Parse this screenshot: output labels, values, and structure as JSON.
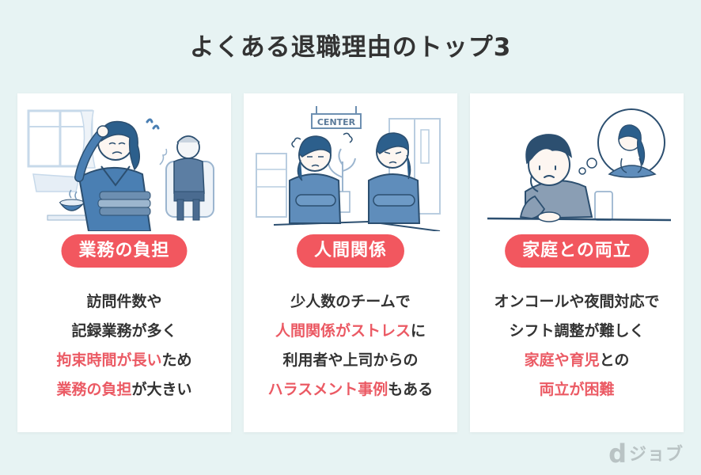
{
  "title": "よくある退職理由のトップ3",
  "colors": {
    "background": "#e7f3f3",
    "card": "#ffffff",
    "badge": "#f2575f",
    "highlight": "#eb5a64",
    "text": "#333333",
    "illustration_blue": "#4a7fb3",
    "illustration_navy": "#2c4f70"
  },
  "cards": [
    {
      "illustration": "stressed-nurse-carrying-towels-with-elderly-man-icon",
      "badge": "業務の負担",
      "lines": [
        [
          {
            "text": "訪問件数や",
            "hl": false
          }
        ],
        [
          {
            "text": "記録業務が多く",
            "hl": false
          }
        ],
        [
          {
            "text": "拘束時間が長い",
            "hl": true
          },
          {
            "text": "ため",
            "hl": false
          }
        ],
        [
          {
            "text": "業務の負担",
            "hl": true
          },
          {
            "text": "が大きい",
            "hl": false
          }
        ]
      ]
    },
    {
      "illustration": "two-nurses-arguing-icon",
      "sign_text": "CENTER",
      "badge": "人間関係",
      "lines": [
        [
          {
            "text": "少人数のチームで",
            "hl": false
          }
        ],
        [
          {
            "text": "人間関係がストレス",
            "hl": true
          },
          {
            "text": "に",
            "hl": false
          }
        ],
        [
          {
            "text": "利用者や上司からの",
            "hl": false
          }
        ],
        [
          {
            "text": "ハラスメント事例",
            "hl": true
          },
          {
            "text": "もある",
            "hl": false
          }
        ]
      ]
    },
    {
      "illustration": "child-thinking-of-nurse-parent-icon",
      "badge": "家庭との両立",
      "lines": [
        [
          {
            "text": "オンコールや夜間対応で",
            "hl": false
          }
        ],
        [
          {
            "text": "シフト調整が難しく",
            "hl": false
          }
        ],
        [
          {
            "text": "家庭や育児",
            "hl": true
          },
          {
            "text": "との",
            "hl": false
          }
        ],
        [
          {
            "text": "両立が困難",
            "hl": true
          }
        ]
      ]
    }
  ],
  "logo": {
    "mark": "d",
    "text": "ジョブ"
  }
}
